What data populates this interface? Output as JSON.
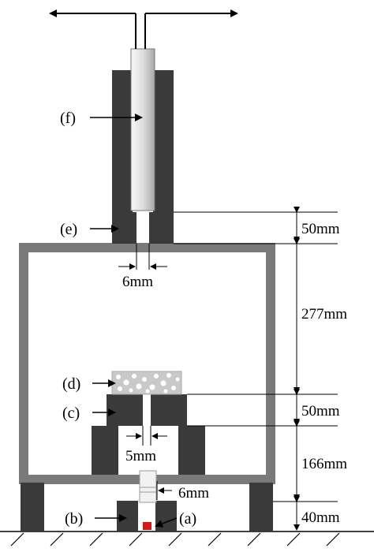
{
  "labels": {
    "a": "(a)",
    "b": "(b)",
    "c": "(c)",
    "d": "(d)",
    "e": "(e)",
    "f": "(f)"
  },
  "dimensions": {
    "d50_top": "50mm",
    "d277": "277mm",
    "d50_mid": "50mm",
    "d166": "166mm",
    "d40": "40mm",
    "w6_top": "6mm",
    "w5": "5mm",
    "w6_bottom": "6mm"
  },
  "colors": {
    "block": "#3a3a3a",
    "frame": "#7a7a7a",
    "sample": "#d21a1a",
    "tube_light": "#f2f2f2",
    "tube_dark": "#b8b8b8"
  }
}
